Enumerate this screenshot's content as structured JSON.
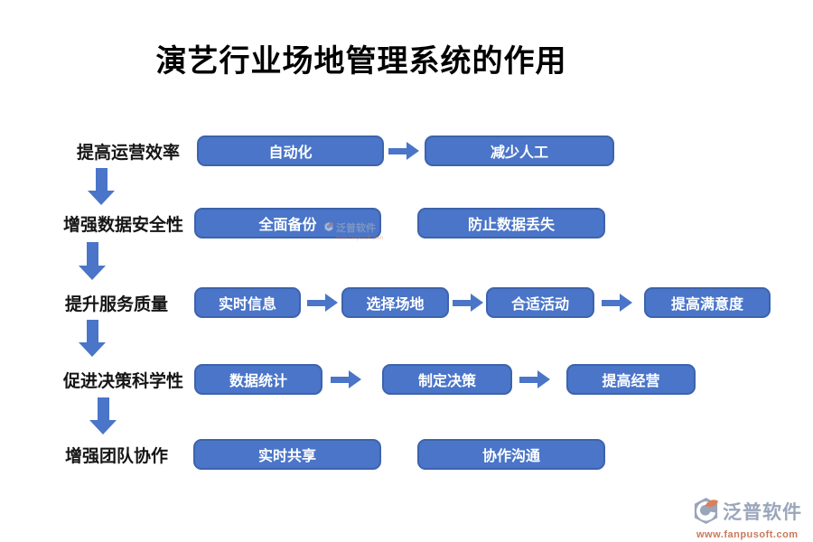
{
  "title": "演艺行业场地管理系统的作用",
  "rows": [
    {
      "label": "提高运营效率",
      "boxes": [
        "自动化",
        "减少人工"
      ]
    },
    {
      "label": "增强数据安全性",
      "boxes": [
        "全面备份",
        "防止数据丢失"
      ]
    },
    {
      "label": "提升服务质量",
      "boxes": [
        "实时信息",
        "选择场地",
        "合适活动",
        "提高满意度"
      ]
    },
    {
      "label": "促进决策科学性",
      "boxes": [
        "数据统计",
        "制定决策",
        "提高经营"
      ]
    },
    {
      "label": "增强团队协作",
      "boxes": [
        "实时共享",
        "协作沟通"
      ]
    }
  ],
  "watermark": {
    "name": "泛普软件",
    "url": "www.fanpusoft.com"
  },
  "logo": {
    "name": "泛普软件",
    "url": "www.fanpusoft.com"
  },
  "colors": {
    "box_fill": "#4A75C8",
    "box_border": "#3D63AC",
    "arrow": "#4A75C8",
    "title_text": "#000000",
    "logo_name": "#9AA6BA",
    "logo_url": "#C9795B"
  }
}
